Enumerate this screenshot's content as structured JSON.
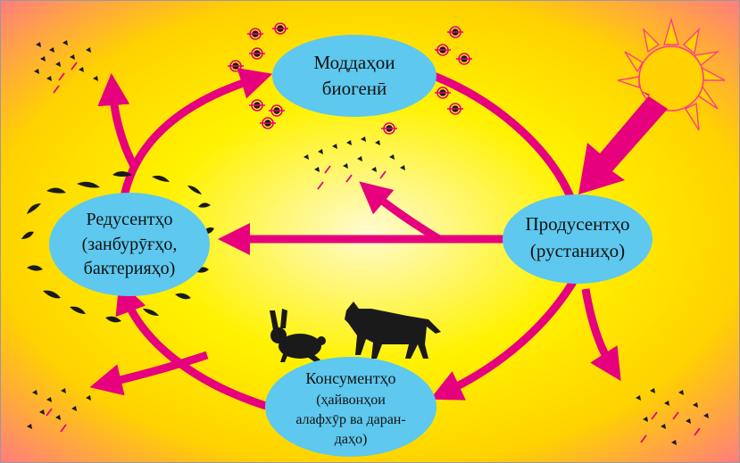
{
  "diagram": {
    "nodes": {
      "biogenic": {
        "lines": [
          "Моддаҳои",
          "биогенӣ"
        ]
      },
      "producers": {
        "lines": [
          "Продусентҳо",
          "(рустаниҳо)"
        ]
      },
      "consumers": {
        "lines": [
          "Консументҳо",
          "(ҳайвонҳои",
          "алафхӯр ва даран-",
          "даҳо)"
        ]
      },
      "decomposers": {
        "lines": [
          "Редусентҳо",
          "(занбурӯғҳо,",
          "бактерияҳо)"
        ]
      }
    },
    "flows": [
      {
        "from": "producers",
        "to": "biogenic",
        "label": ""
      },
      {
        "from": "producers",
        "to": "consumers",
        "label": ""
      },
      {
        "from": "producers",
        "to": "decomposers",
        "label": ""
      },
      {
        "from": "consumers",
        "to": "decomposers",
        "label": ""
      },
      {
        "from": "decomposers",
        "to": "biogenic",
        "label": ""
      },
      {
        "from": "sun",
        "to": "producers",
        "label": ""
      },
      {
        "from": "producers",
        "to": "surroundings",
        "label": ""
      },
      {
        "from": "consumers",
        "to": "surroundings",
        "label": ""
      },
      {
        "from": "decomposers",
        "to": "surroundings",
        "label": ""
      }
    ],
    "icons": [
      "sun-icon",
      "hare-icon",
      "wolf-icon",
      "molecule-icon",
      "particle-scatter-icon",
      "fungi-fragment-icon"
    ],
    "colors": {
      "arrow": "#e6007e",
      "node_fill": "#5ec8ee",
      "background_center": "#fffbd0",
      "background_mid": "#fff200",
      "background_edge": "#ff6a9a",
      "sun": "#ffd200"
    }
  }
}
